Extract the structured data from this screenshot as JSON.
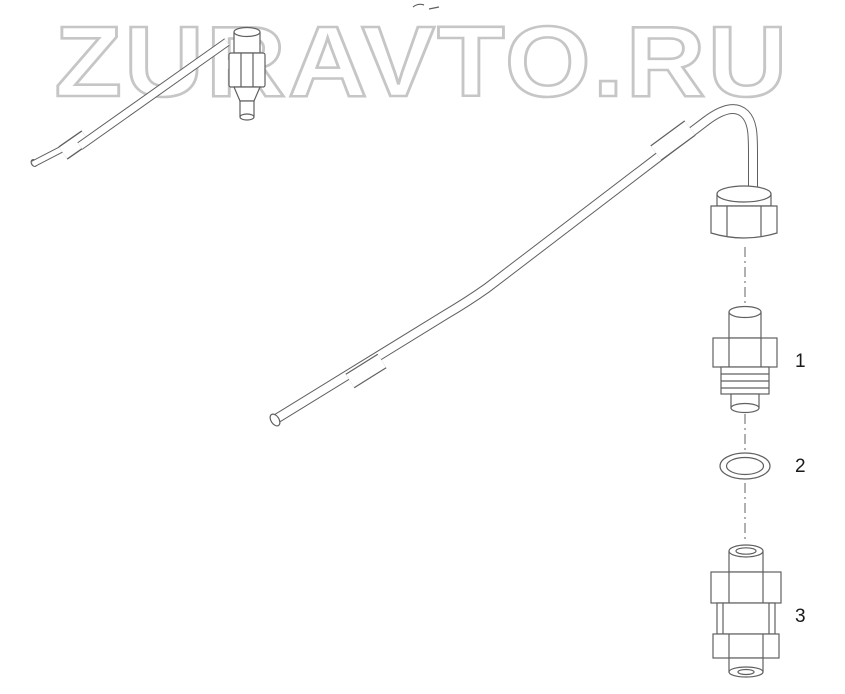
{
  "watermark": {
    "text": "ZURAVTO.RU"
  },
  "parts": [
    {
      "label": "1"
    },
    {
      "label": "2"
    },
    {
      "label": "3"
    }
  ],
  "colors": {
    "background": "#ffffff",
    "line": "#606060",
    "watermark_outline": "#c6c6c6",
    "label_text": "#1a1a1a"
  }
}
